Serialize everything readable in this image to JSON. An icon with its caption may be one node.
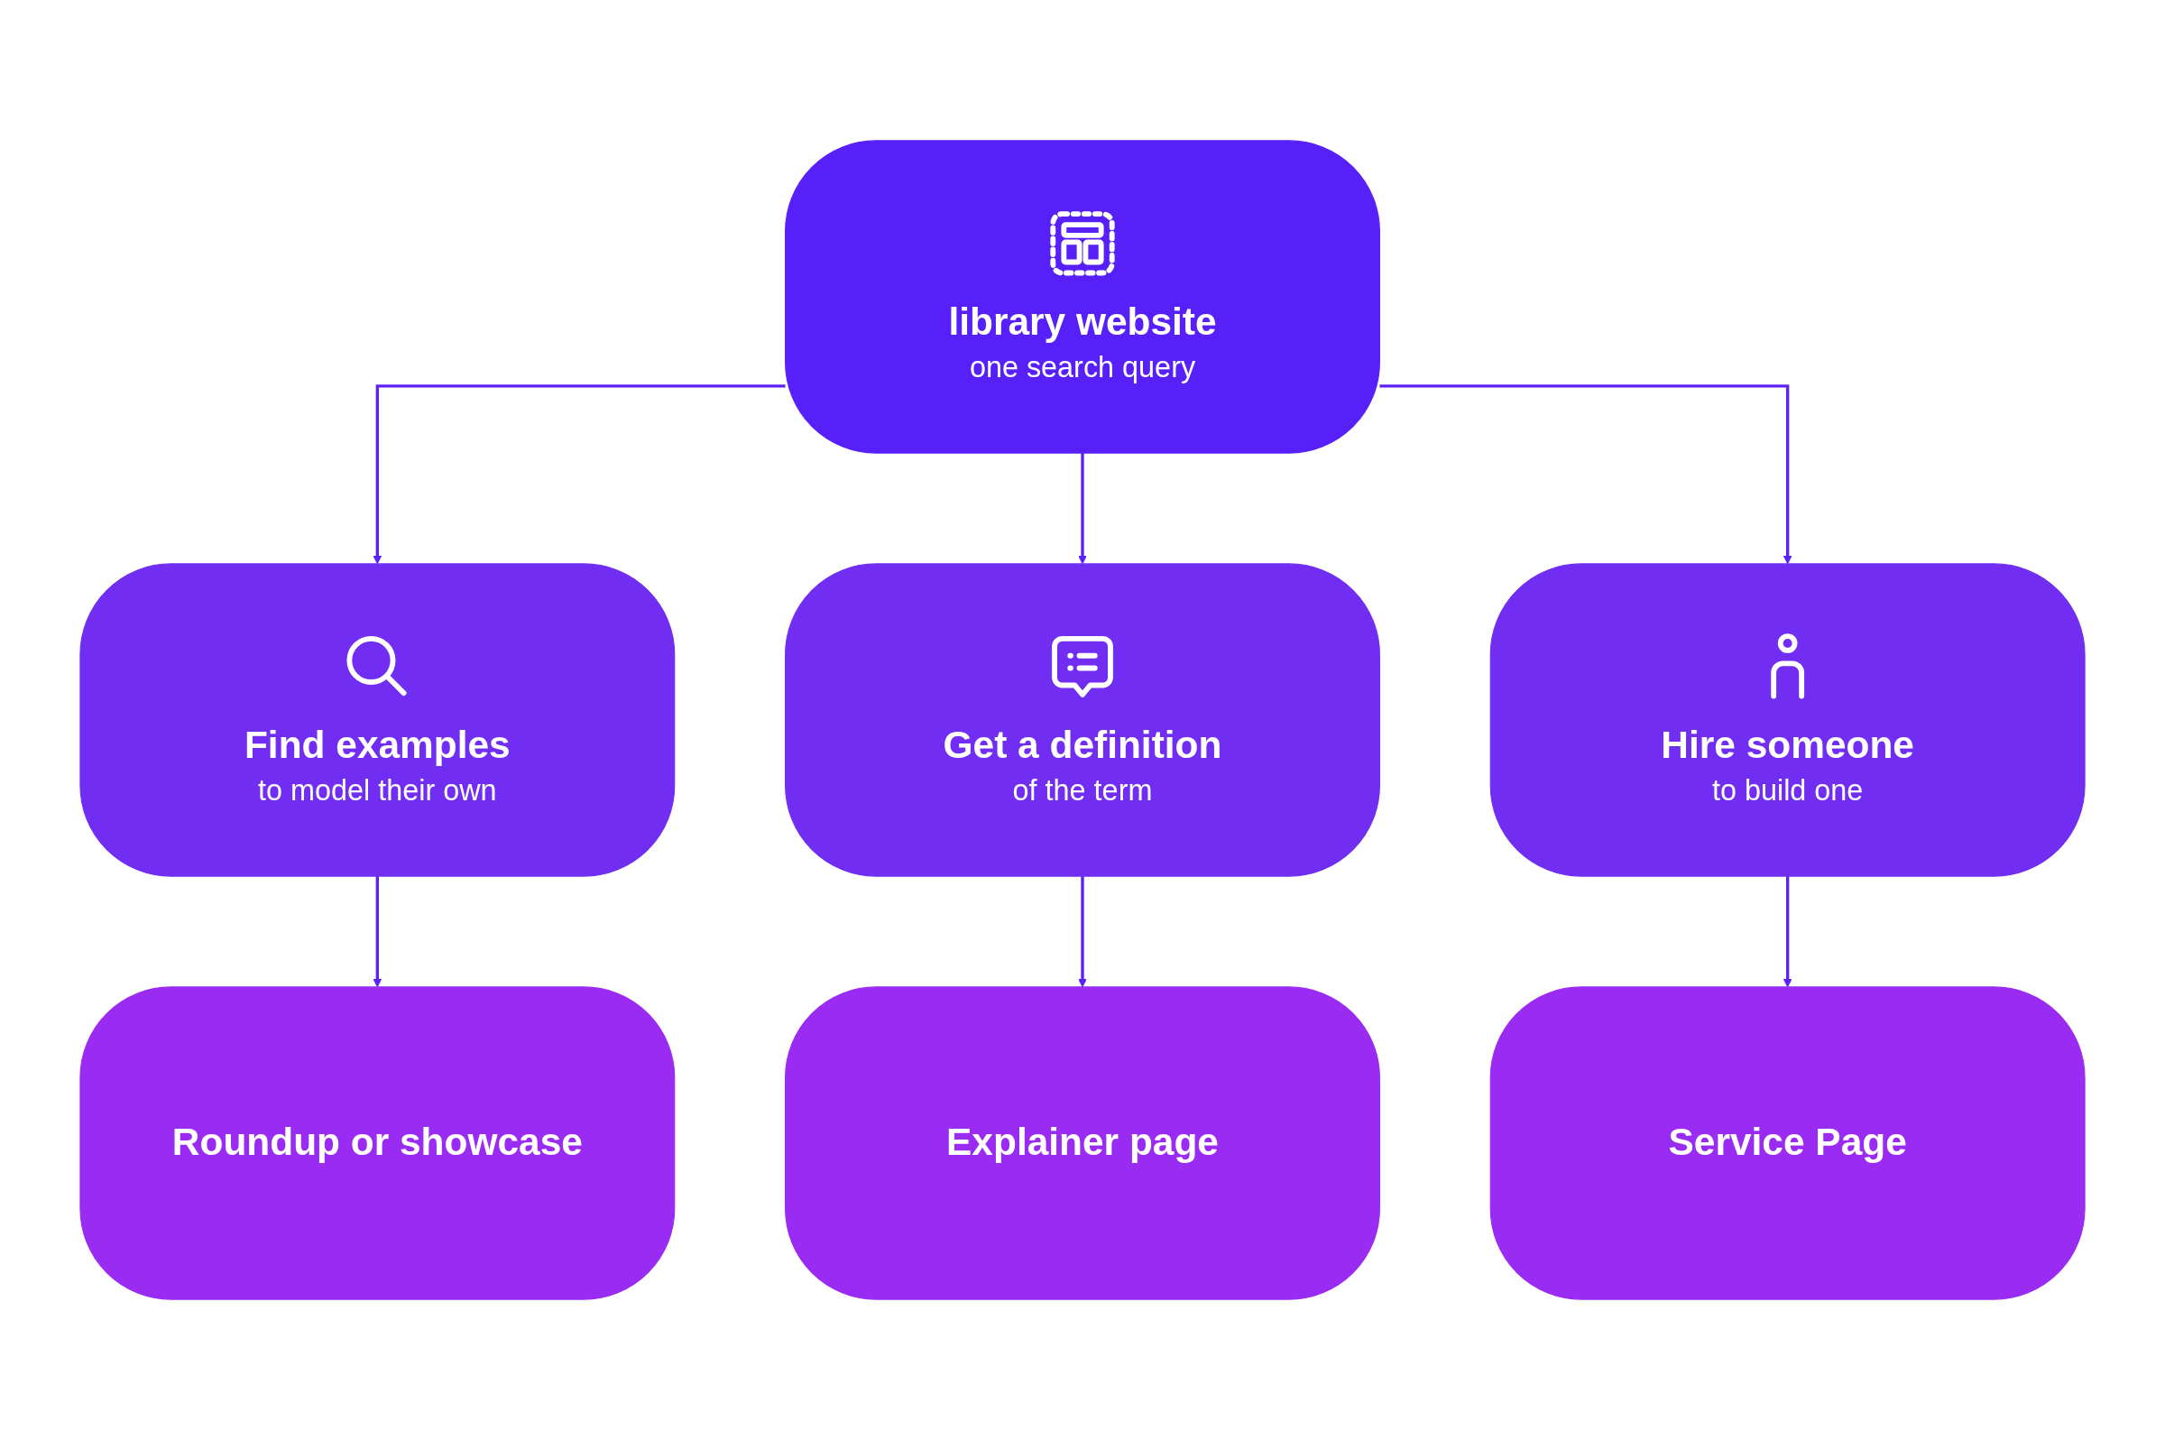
{
  "diagram": {
    "nodes": [
      {
        "text": [
          "library website",
          "one search query"
        ]
      },
      {
        "text": [
          "Find examples",
          "to model their own"
        ]
      },
      {
        "text": [
          "Get a definition",
          "of the term"
        ]
      },
      {
        "text": [
          "Hire someone",
          "to build one"
        ]
      },
      {
        "text": [
          "Roundup or showcase"
        ]
      },
      {
        "text": [
          "Explainer page"
        ]
      },
      {
        "text": [
          "Service Page"
        ]
      }
    ],
    "edges": [
      {
        "from": 0,
        "to": 1,
        "arrow": "to"
      },
      {
        "from": 0,
        "to": 2,
        "arrow": "to"
      },
      {
        "from": 0,
        "to": 3,
        "arrow": "to"
      },
      {
        "from": 1,
        "to": 4,
        "arrow": "to"
      },
      {
        "from": 2,
        "to": 5,
        "arrow": "to"
      },
      {
        "from": 3,
        "to": 6,
        "arrow": "to"
      }
    ]
  }
}
